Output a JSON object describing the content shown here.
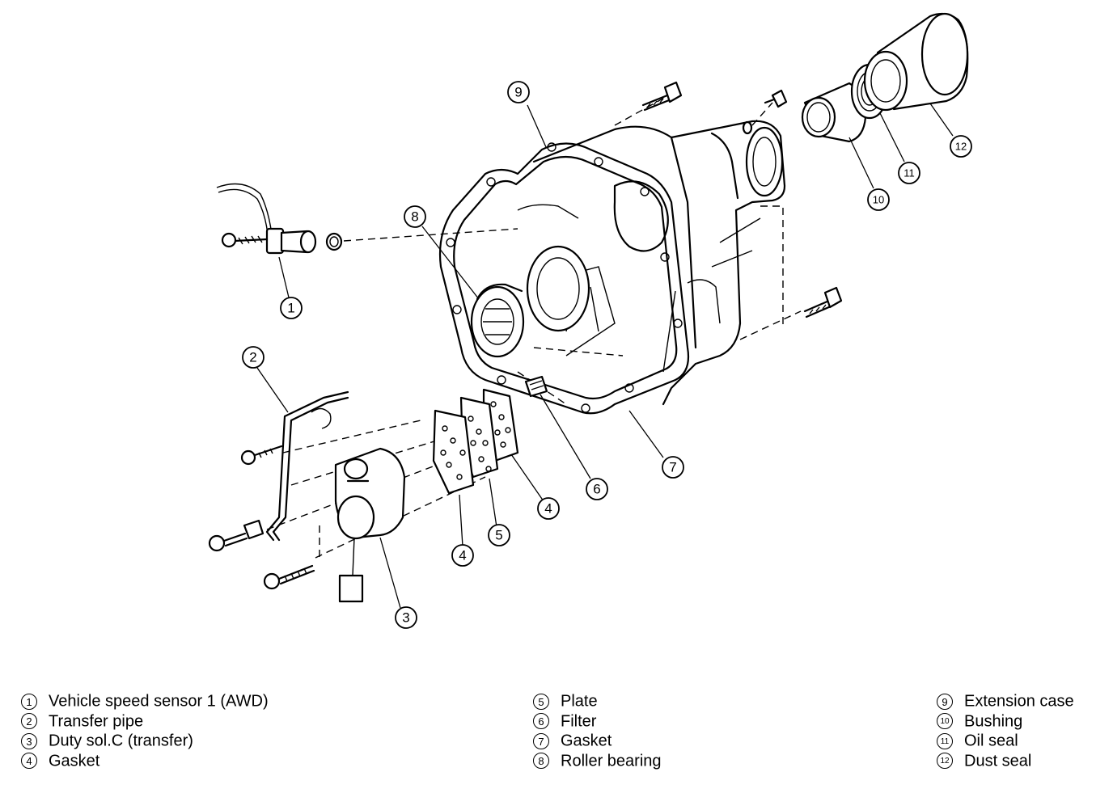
{
  "callouts": {
    "c1": "1",
    "c2": "2",
    "c3": "3",
    "c4a": "4",
    "c4b": "4",
    "c5": "5",
    "c6": "6",
    "c7": "7",
    "c8": "8",
    "c9": "9",
    "c10": "10",
    "c11": "11",
    "c12": "12"
  },
  "legend": {
    "col1": [
      {
        "num": "1",
        "label": "Vehicle speed sensor 1 (AWD)"
      },
      {
        "num": "2",
        "label": "Transfer pipe"
      },
      {
        "num": "3",
        "label": "Duty sol.C (transfer)"
      },
      {
        "num": "4",
        "label": "Gasket"
      }
    ],
    "col2": [
      {
        "num": "5",
        "label": "Plate"
      },
      {
        "num": "6",
        "label": "Filter"
      },
      {
        "num": "7",
        "label": "Gasket"
      },
      {
        "num": "8",
        "label": "Roller bearing"
      }
    ],
    "col3": [
      {
        "num": "9",
        "label": "Extension case"
      },
      {
        "num": "10",
        "label": "Bushing"
      },
      {
        "num": "11",
        "label": "Oil seal"
      },
      {
        "num": "12",
        "label": "Dust seal"
      }
    ]
  }
}
